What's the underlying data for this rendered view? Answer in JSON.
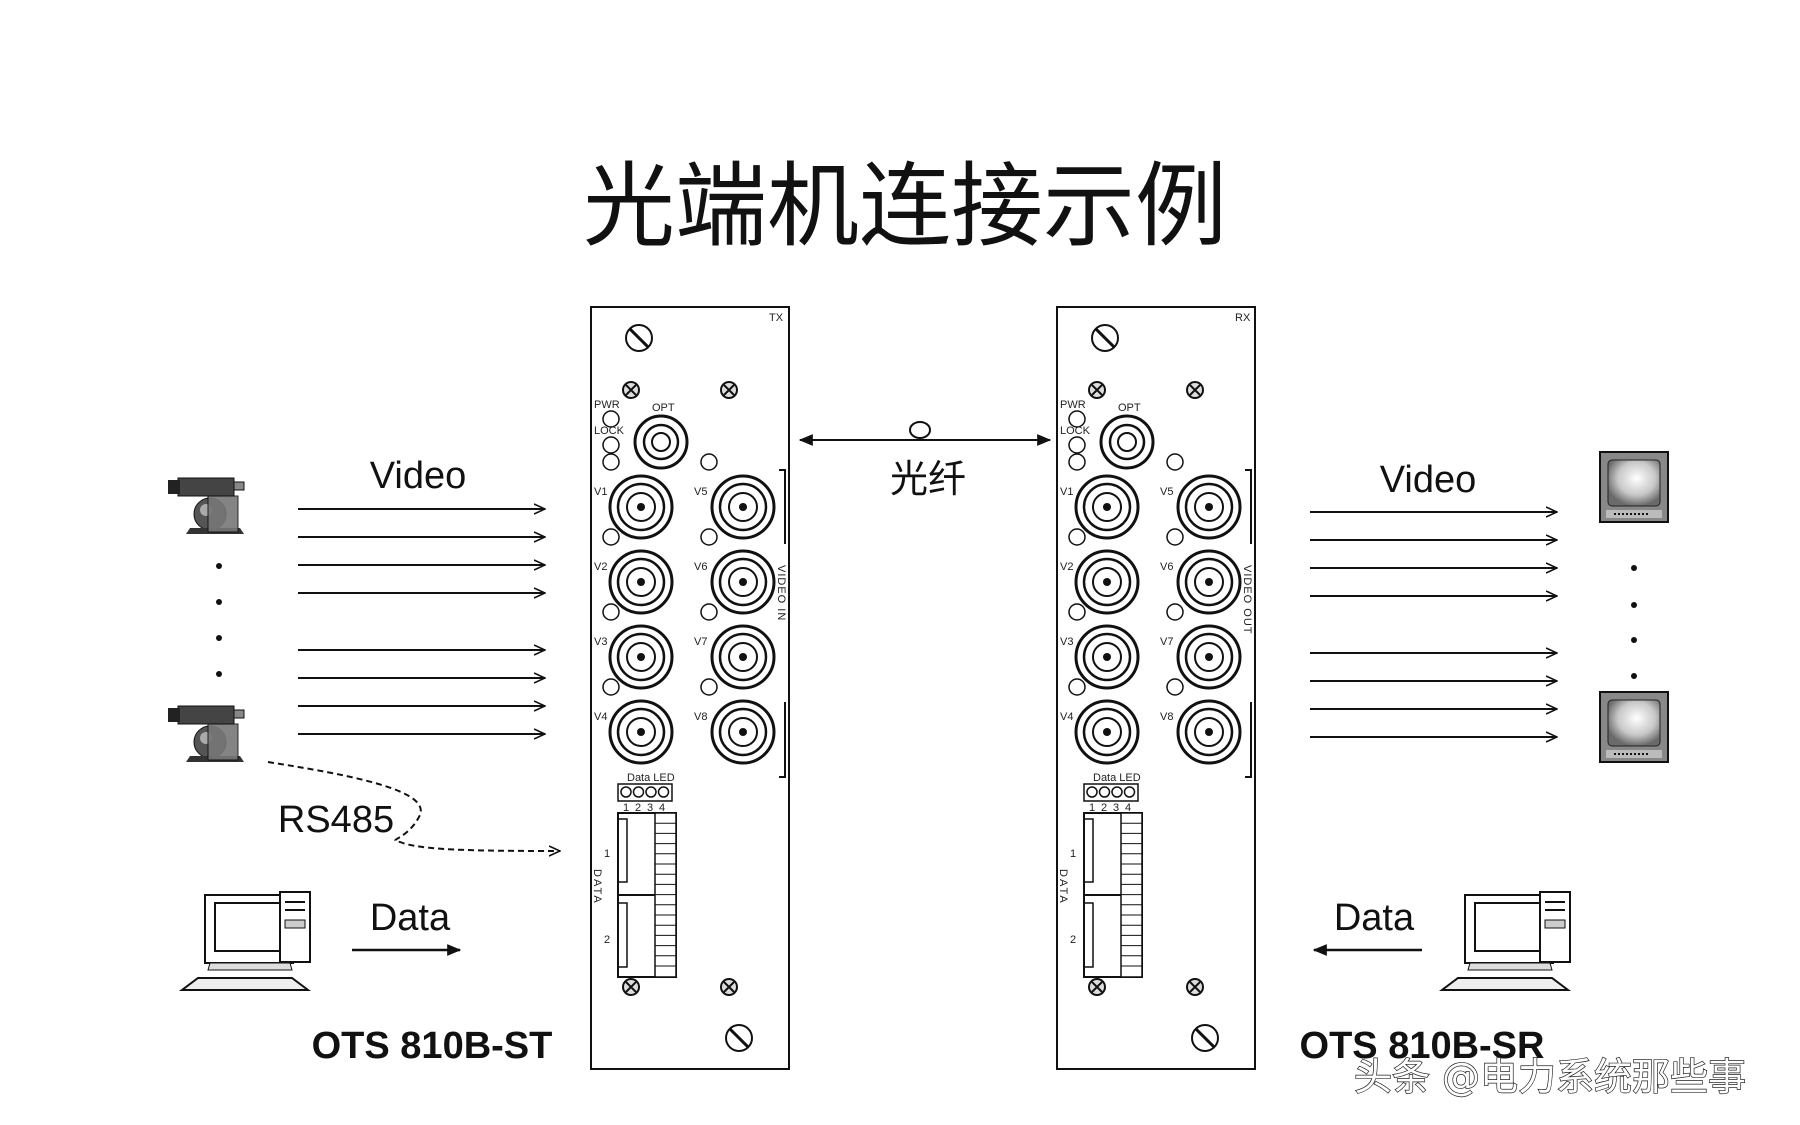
{
  "title": "光端机连接示例",
  "fiber_label": "光纤",
  "left": {
    "video_label": "Video",
    "rs485_label": "RS485",
    "data_label": "Data",
    "model": "OTS 810B-ST"
  },
  "right": {
    "video_label": "Video",
    "data_label": "Data",
    "model": "OTS 810B-SR"
  },
  "tx_unit": {
    "corner": "TX",
    "opt": "OPT",
    "pwr": "PWR",
    "lock": "LOCK",
    "side_label": "VIDEO IN",
    "data_led": "Data LED",
    "data_port": "DATA",
    "led_numbers": [
      "1",
      "2",
      "3",
      "4"
    ],
    "port_numbers": [
      "1",
      "2"
    ],
    "channels": [
      "V1",
      "V2",
      "V3",
      "V4",
      "V5",
      "V6",
      "V7",
      "V8"
    ]
  },
  "rx_unit": {
    "corner": "RX",
    "opt": "OPT",
    "pwr": "PWR",
    "lock": "LOCK",
    "side_label": "VIDEO OUT",
    "data_led": "Data LED",
    "data_port": "DATA",
    "led_numbers": [
      "1",
      "2",
      "3",
      "4"
    ],
    "port_numbers": [
      "1",
      "2"
    ],
    "channels": [
      "V1",
      "V2",
      "V3",
      "V4",
      "V5",
      "V6",
      "V7",
      "V8"
    ]
  },
  "watermark": "头条 @电力系统那些事"
}
